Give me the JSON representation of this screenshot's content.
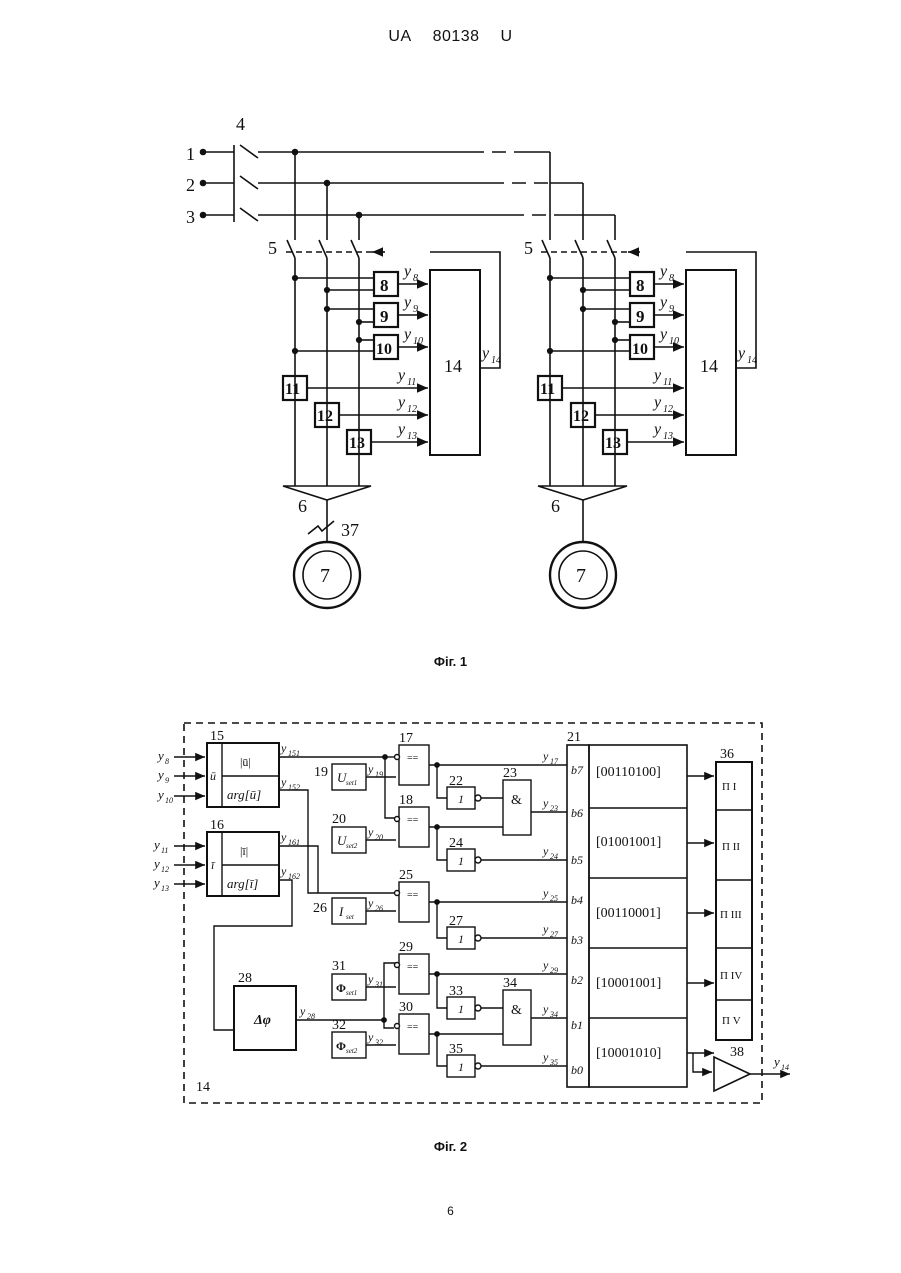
{
  "header": {
    "prefix": "UA",
    "number": "80138",
    "suffix": "U"
  },
  "fig1": {
    "caption": "Фіг. 1",
    "lines": [
      "1",
      "2",
      "3"
    ],
    "switch_label": "4",
    "breaker_label": "5",
    "sensors": [
      "8",
      "9",
      "10",
      "11",
      "12",
      "13"
    ],
    "controller": "14",
    "inverter_label": "6",
    "motor_label": "7",
    "fault_label": "37",
    "signals": {
      "y8": "y",
      "y8s": "8",
      "y9": "y",
      "y9s": "9",
      "y10": "y",
      "y10s": "10",
      "y11": "y",
      "y11s": "11",
      "y12": "y",
      "y12s": "12",
      "y13": "y",
      "y13s": "13",
      "y14": "y",
      "y14s": "14"
    }
  },
  "fig2": {
    "caption": "Фіг. 2",
    "unit_label": "14",
    "inputs": [
      {
        "l": "y",
        "s": "8"
      },
      {
        "l": "y",
        "s": "9"
      },
      {
        "l": "y",
        "s": "10"
      },
      {
        "l": "y",
        "s": "11"
      },
      {
        "l": "y",
        "s": "12"
      },
      {
        "l": "y",
        "s": "13"
      }
    ],
    "block15": {
      "num": "15",
      "in": "ū",
      "mag": "|ū|",
      "arg": "arg[ū]"
    },
    "block16": {
      "num": "16",
      "in": "ī",
      "mag": "|ī|",
      "arg": "arg[ī]"
    },
    "block28": {
      "num": "28",
      "text": "Δφ"
    },
    "setpoints": [
      {
        "num": "19",
        "text": "U",
        "sub": "set1"
      },
      {
        "num": "20",
        "text": "U",
        "sub": "set2"
      },
      {
        "num": "26",
        "text": "I",
        "sub": "set"
      },
      {
        "num": "31",
        "text": "Φ",
        "sub": "set1"
      },
      {
        "num": "32",
        "text": "Φ",
        "sub": "set2"
      }
    ],
    "comparators": [
      "17",
      "18",
      "25",
      "29",
      "30"
    ],
    "comparator_symbol": "==",
    "inverters": [
      "22",
      "24",
      "27",
      "33",
      "35"
    ],
    "inverter_symbol": "1",
    "and_gates": [
      "23",
      "34"
    ],
    "and_symbol": "&",
    "register_label": "21",
    "bits": [
      "b7",
      "b6",
      "b5",
      "b4",
      "b3",
      "b2",
      "b1",
      "b0"
    ],
    "codes": [
      "[00110100]",
      "[01001001]",
      "[00110001]",
      "[10001001]",
      "[10001010]"
    ],
    "outputs_label": "36",
    "outputs": [
      "П I",
      "П II",
      "П III",
      "П IV",
      "П V"
    ],
    "amp_label": "38",
    "output_signal": {
      "l": "y",
      "s": "14"
    },
    "wire_signals": {
      "y151": "151",
      "y152": "152",
      "y161": "161",
      "y162": "162",
      "y17": "17",
      "y19": "19",
      "y20": "20",
      "y23": "23",
      "y24": "24",
      "y25": "25",
      "y26": "26",
      "y27": "27",
      "y28": "28",
      "y29": "29",
      "y31": "31",
      "y32": "32",
      "y34": "34",
      "y35": "35"
    }
  },
  "page_number": "6"
}
